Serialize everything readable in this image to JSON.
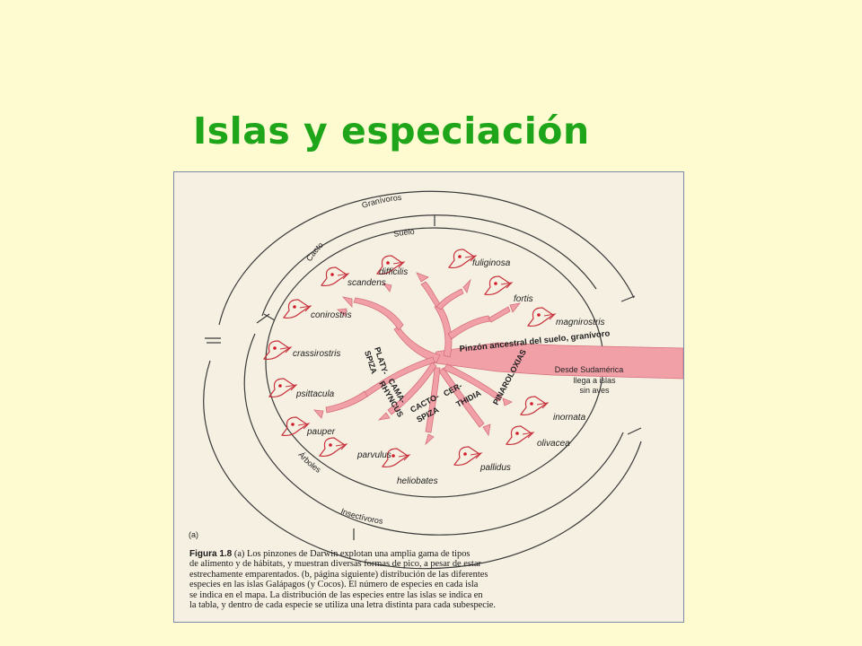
{
  "slide": {
    "title": "Islas y especiación",
    "title_color": "#1fa51a",
    "background": "#fdfbcf"
  },
  "figure": {
    "ring_labels": {
      "granivoros": "Granívoros",
      "cacto": "Cacto",
      "suelo": "Suelo",
      "arboles": "Árboles",
      "insectivoros": "Insectívoros"
    },
    "species": [
      "difficilis",
      "fuliginosa",
      "scandens",
      "fortis",
      "conirostris",
      "magnirostris",
      "crassirostris",
      "psittacula",
      "pauper",
      "parvulus",
      "heliobates",
      "pallidus",
      "olivacea",
      "inornata"
    ],
    "genera": {
      "platyspiza_1": "PLATY-",
      "platyspiza_2": "SPIZA",
      "camarhynchus_1": "CAMA-",
      "camarhynchus_2": "RHYNCUS",
      "cactospiza_1": "CACTO-",
      "cactospiza_2": "SPIZA",
      "certhidia_1": "CER-",
      "certhidia_2": "THIDIA",
      "pinaroloxias": "PINAROLOXIAS"
    },
    "ancestor_label": "Pinzón ancestral del suelo, granívoro",
    "origin_label": [
      "Desde Sudamérica",
      "llega a islas",
      "sin aves"
    ],
    "panel_letter": "(a)",
    "caption": {
      "label": "Figura 1.8",
      "lines": [
        "(a) Los pinzones de Darwin explotan una amplia gama de tipos",
        "de alimento y de hábitats, y muestran diversas formas de pico, a pesar de estar",
        "estrechamente emparentados. (b, página siguiente) distribución de las diferentes",
        "especies en las islas Galápagos (y Cocos). El número de especies en cada isla",
        "se indica en el mapa. La distribución de las especies entre las islas se indica en",
        "la tabla, y dentro de cada especie se utiliza una letra distinta para cada subespecie."
      ]
    },
    "colors": {
      "tree": "#f2a0a8",
      "tree_stroke": "#d5707c",
      "bird_outline": "#c8323c",
      "bird_eye": "#d11d2c",
      "ring": "#3a3a3a"
    }
  }
}
